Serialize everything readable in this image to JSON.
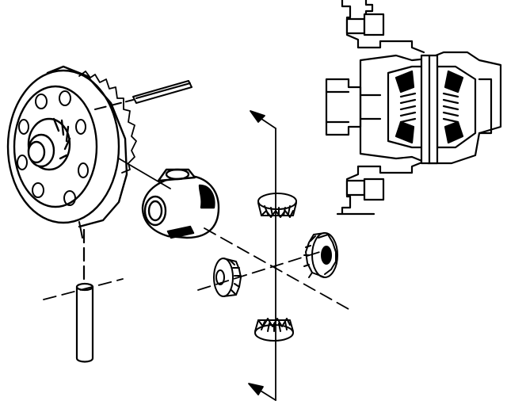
{
  "figure": {
    "kind": "exploded-view-line-drawing",
    "background_color": "#ffffff",
    "ink_color": "#000000",
    "parts": [
      "ring-gear-with-carrier",
      "differential-case",
      "pinion-shaft",
      "lock-pin",
      "side-gear-left",
      "side-gear-right",
      "pinion-gear-top",
      "pinion-gear-bottom",
      "assembled-differential-section"
    ],
    "callouts": []
  }
}
